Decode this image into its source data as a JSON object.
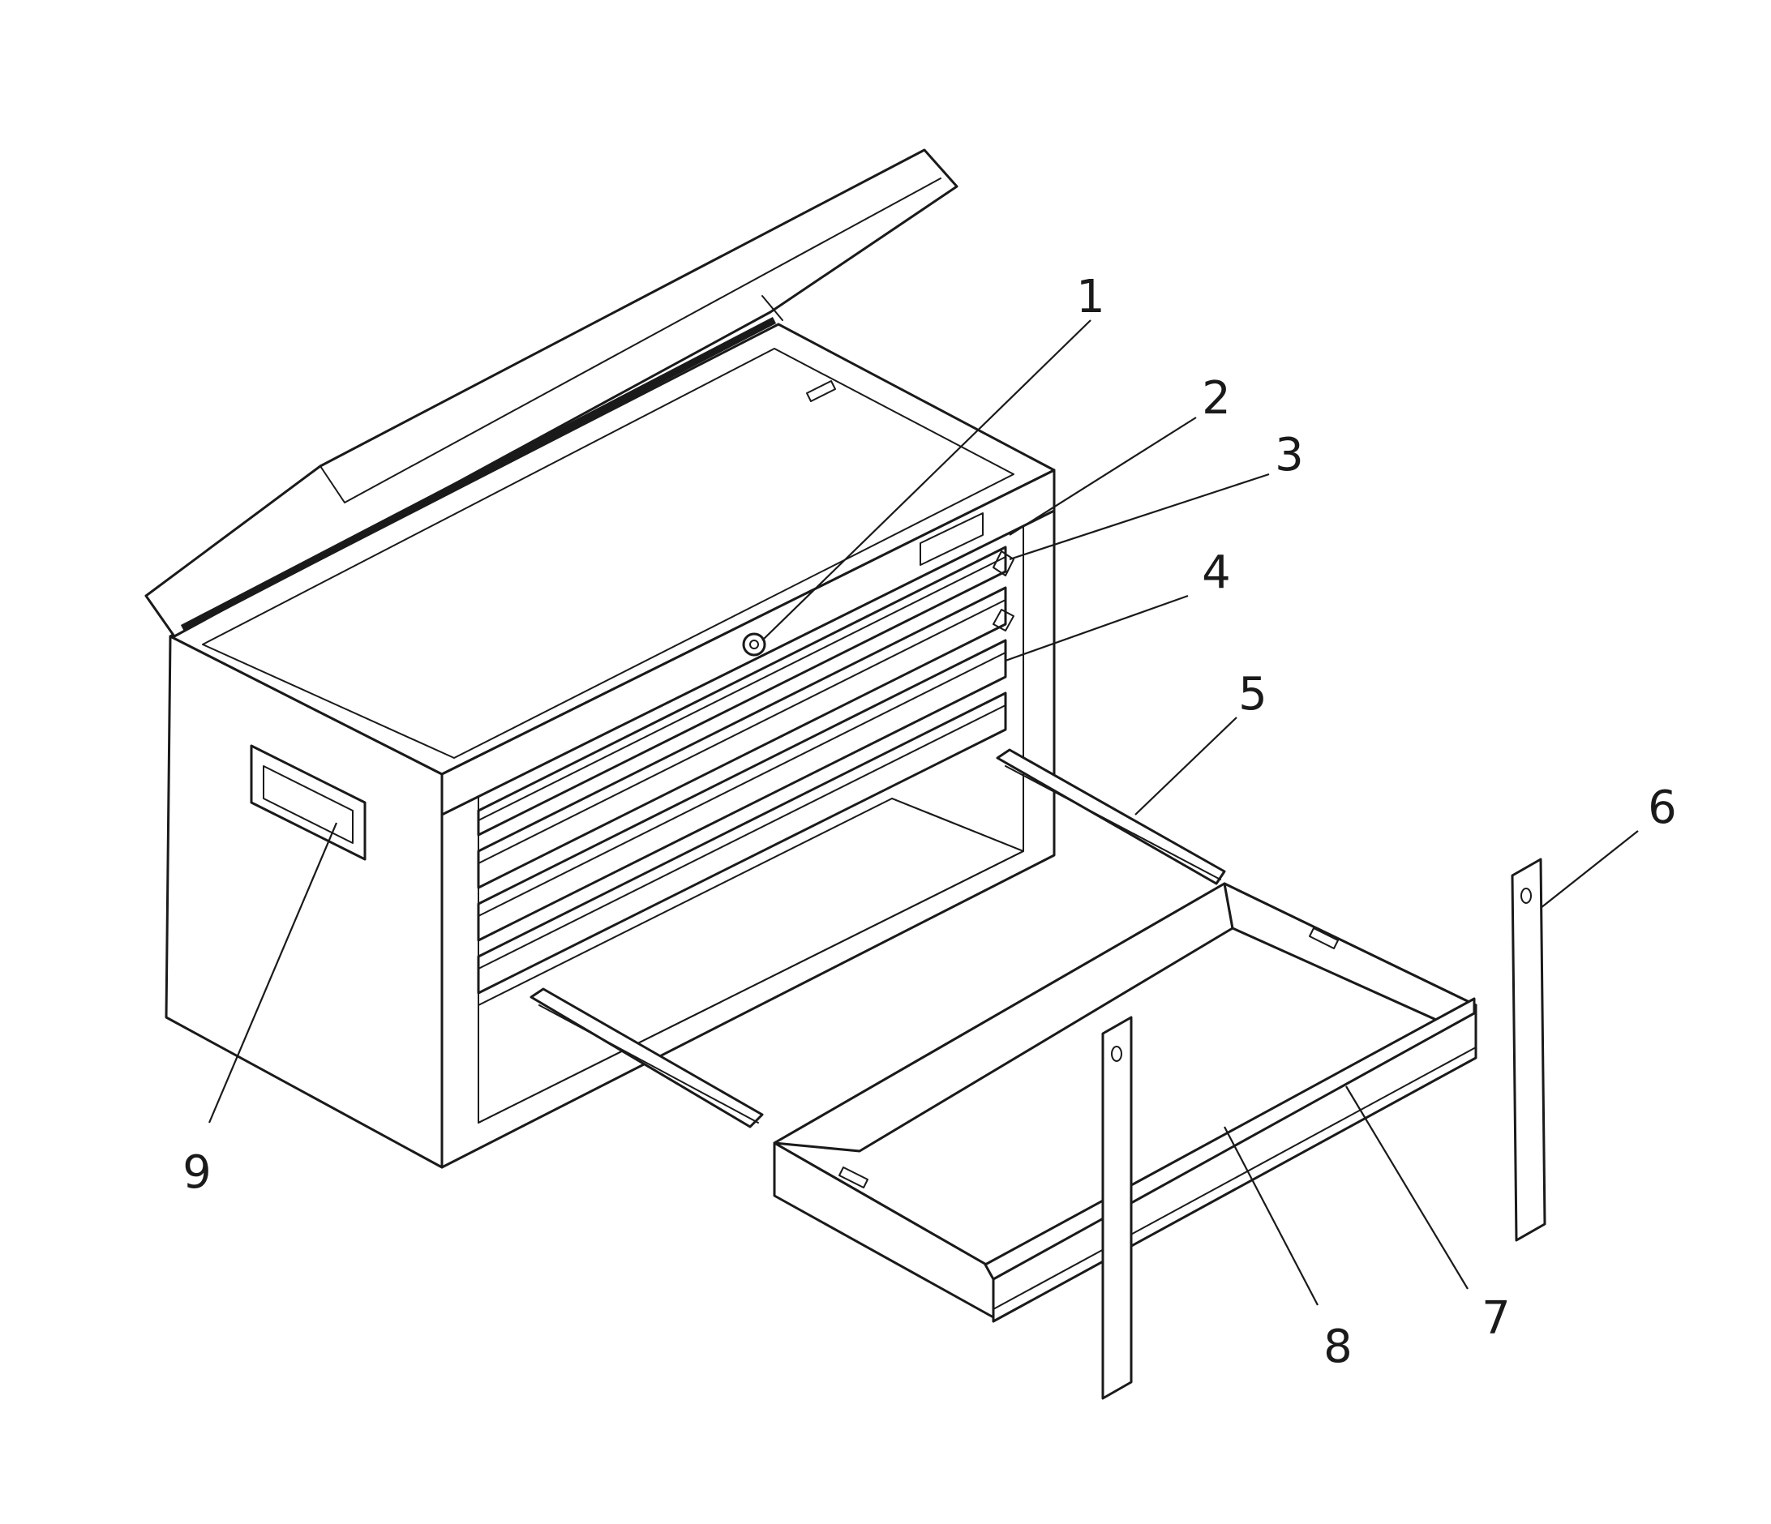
{
  "diagram": {
    "type": "exploded-parts-diagram",
    "callouts": [
      {
        "id": "1",
        "label": "1"
      },
      {
        "id": "2",
        "label": "2"
      },
      {
        "id": "3",
        "label": "3"
      },
      {
        "id": "4",
        "label": "4"
      },
      {
        "id": "5",
        "label": "5"
      },
      {
        "id": "6",
        "label": "6"
      },
      {
        "id": "7",
        "label": "7"
      },
      {
        "id": "8",
        "label": "8"
      },
      {
        "id": "9",
        "label": "9"
      }
    ]
  }
}
